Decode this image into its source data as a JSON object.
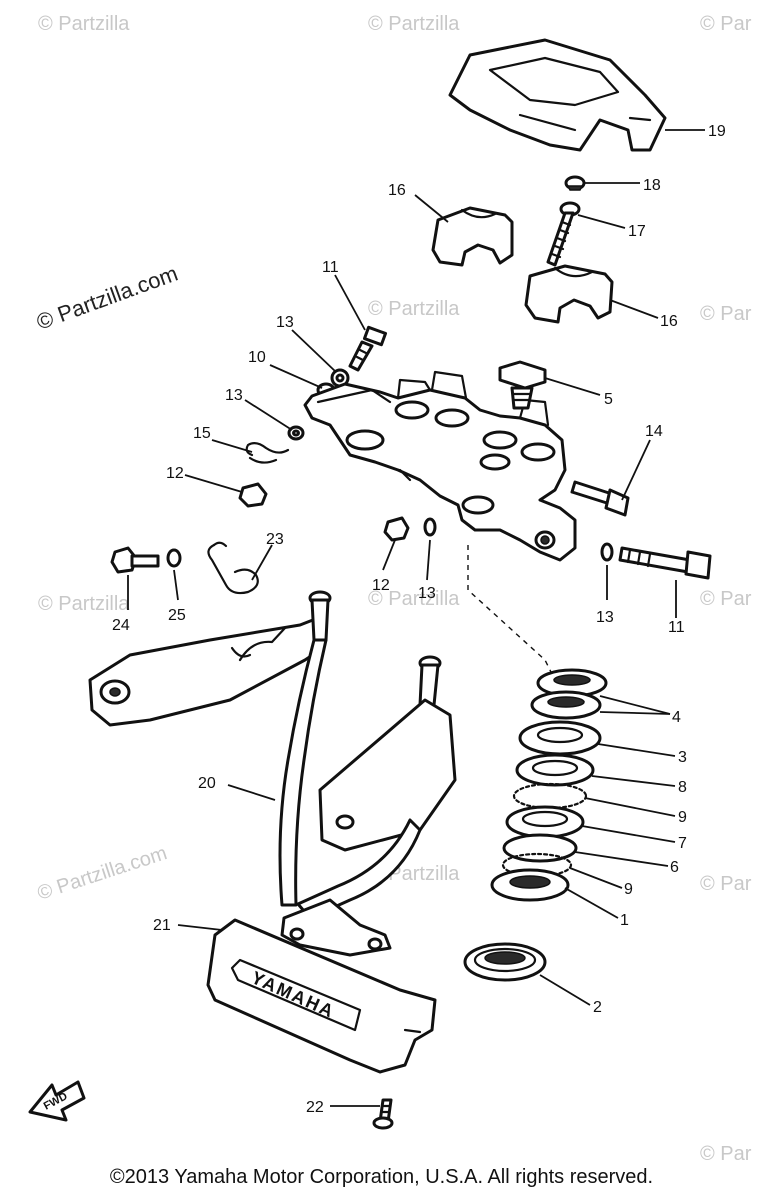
{
  "watermark_text": "© Partzilla.com",
  "watermark_partial": "© Partzilla",
  "watermark_edge": "© Par",
  "emblem_text": "YAMAHA",
  "fwd_text": "FWD",
  "copyright": "©2013 Yamaha Motor Corporation, U.S.A. All rights reserved.",
  "callouts": {
    "c1": "1",
    "c2": "2",
    "c3": "3",
    "c4": "4",
    "c5": "5",
    "c6": "6",
    "c7": "7",
    "c8": "8",
    "c9a": "9",
    "c9b": "9",
    "c10": "10",
    "c11a": "11",
    "c11b": "11",
    "c12a": "12",
    "c12b": "12",
    "c13a": "13",
    "c13b": "13",
    "c13c": "13",
    "c13d": "13",
    "c14": "14",
    "c15": "15",
    "c16a": "16",
    "c16b": "16",
    "c17": "17",
    "c18": "18",
    "c19": "19",
    "c20": "20",
    "c21": "21",
    "c22": "22",
    "c23": "23",
    "c24": "24",
    "c25": "25"
  },
  "colors": {
    "ink": "#111111",
    "watermark": "#c8c8c8",
    "paper": "#ffffff"
  }
}
